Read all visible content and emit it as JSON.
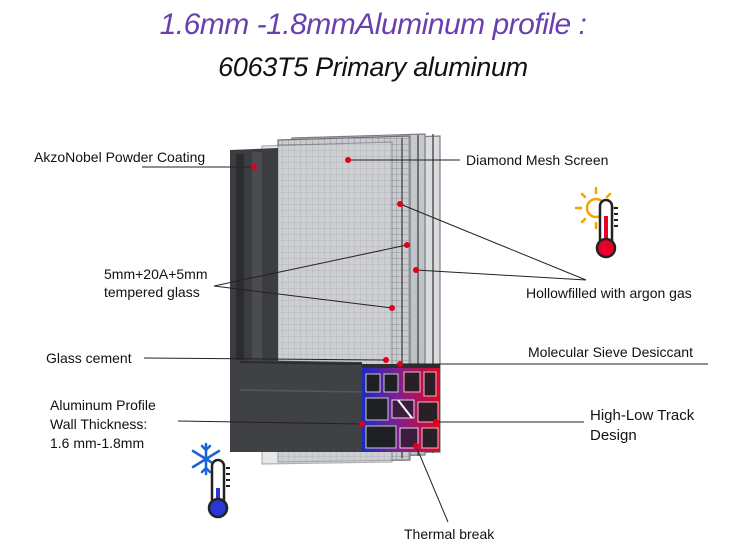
{
  "title_line1": "1.6mm -1.8mmAluminum profile :",
  "title_line2": "6063T5 Primary aluminum",
  "labels": {
    "powder_coating": "AkzoNobel Powder Coating",
    "glass_line1": "5mm+20A+5mm",
    "glass_line2": "tempered glass",
    "glass_cement": "Glass cement",
    "wall_line1": "Aluminum Profile",
    "wall_line2": "Wall Thickness:",
    "wall_line3": "1.6 mm-1.8mm",
    "mesh_screen": "Diamond Mesh Screen",
    "argon": "Hollowfilled with argon gas",
    "desiccant": "Molecular Sieve Desiccant",
    "track_line1": "High-Low Track",
    "track_line2": "Design",
    "thermal_break": "Thermal break"
  },
  "icons": {
    "hot": "sun-thermometer-icon",
    "cold": "snowflake-thermometer-icon"
  },
  "colors": {
    "title_purple": "#6a3fb0",
    "pointer_red": "#e0001a",
    "frame_dark": "#3b3d41",
    "hot_red": "#e8002a",
    "cold_blue": "#2a36d6",
    "sun_orange": "#f5a400"
  }
}
